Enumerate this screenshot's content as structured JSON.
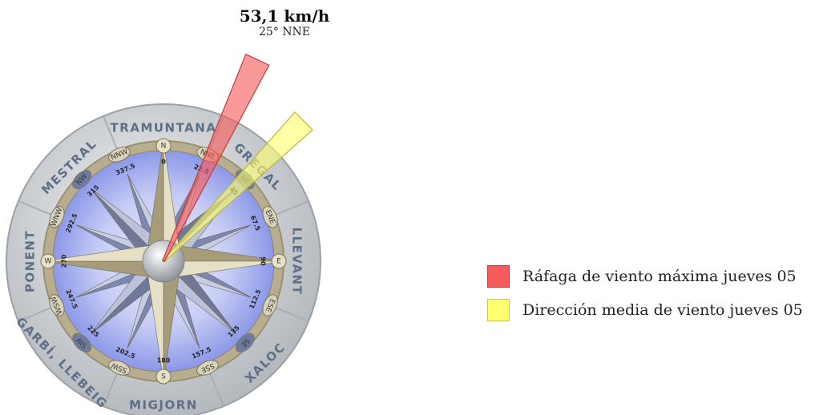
{
  "reading": {
    "speed": "53,1 km/h",
    "direction": "25° NNE"
  },
  "colors": {
    "gust": "#f75a5a",
    "mean": "#ffff70"
  },
  "gust_direction_deg": 25,
  "mean_direction_deg": 45,
  "winds": [
    "TRAMUNTANA",
    "GREGAL",
    "LLEVANT",
    "XALOC",
    "MIGJORN",
    "GARBÍ, LLEBEIG",
    "PONENT",
    "MESTRAL"
  ],
  "directions": [
    {
      "abbr": "N",
      "deg": "0"
    },
    {
      "abbr": "NNE",
      "deg": "22.5"
    },
    {
      "abbr": "NE",
      "deg": "45"
    },
    {
      "abbr": "ENE",
      "deg": "67.5"
    },
    {
      "abbr": "E",
      "deg": "90"
    },
    {
      "abbr": "ESE",
      "deg": "112.5"
    },
    {
      "abbr": "SE",
      "deg": "135"
    },
    {
      "abbr": "SSE",
      "deg": "157.5"
    },
    {
      "abbr": "S",
      "deg": "180"
    },
    {
      "abbr": "SSW",
      "deg": "202.5"
    },
    {
      "abbr": "SW",
      "deg": "225"
    },
    {
      "abbr": "WSW",
      "deg": "247.5"
    },
    {
      "abbr": "W",
      "deg": "270"
    },
    {
      "abbr": "WNW",
      "deg": "292.5"
    },
    {
      "abbr": "NW",
      "deg": "315"
    },
    {
      "abbr": "NNW",
      "deg": "337.5"
    }
  ],
  "legend": [
    {
      "label": "Ráfaga de viento máxima jueves 05",
      "color": "#f75a5a"
    },
    {
      "label": "Dirección media de viento jueves 05",
      "color": "#ffff70"
    }
  ]
}
